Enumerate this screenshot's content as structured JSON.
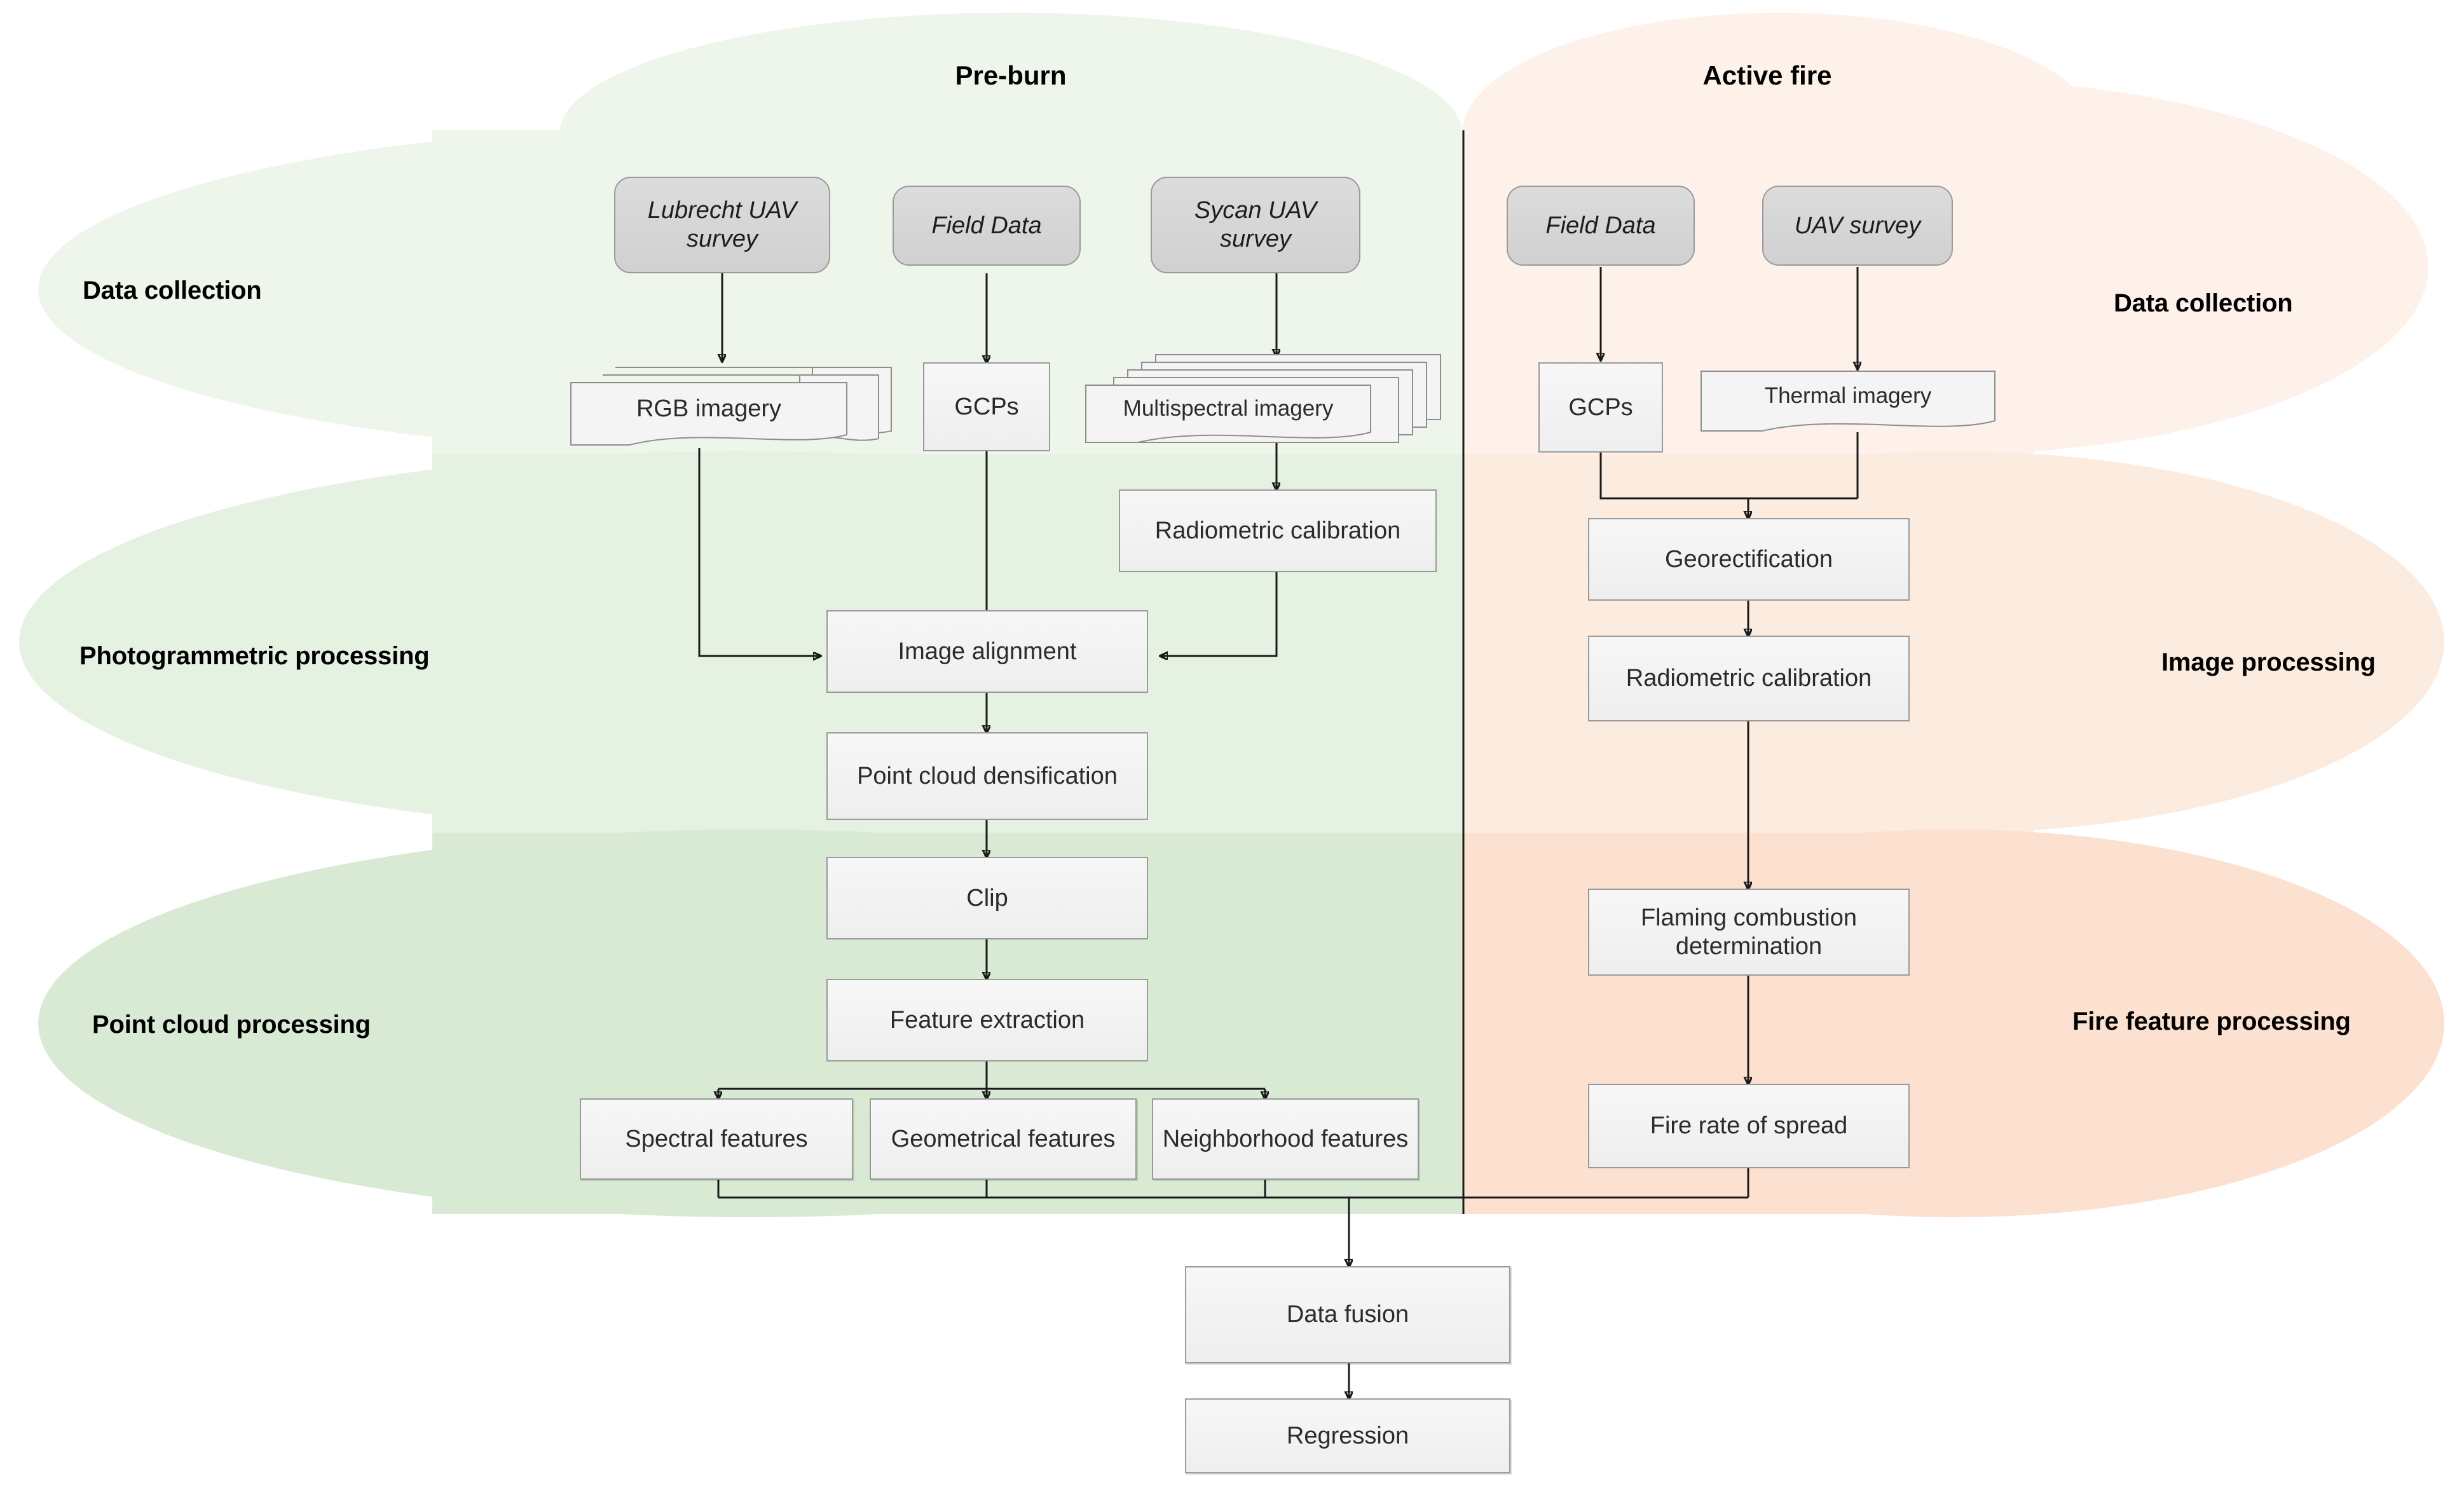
{
  "phases": {
    "left": {
      "title": "Pre-burn"
    },
    "right": {
      "title": "Active fire"
    }
  },
  "lanes": {
    "left": [
      {
        "label": "Data collection"
      },
      {
        "label": "Photogrammetric processing"
      },
      {
        "label": "Point cloud processing"
      }
    ],
    "right": [
      {
        "label": "Data collection"
      },
      {
        "label": "Image processing"
      },
      {
        "label": "Fire feature processing"
      }
    ]
  },
  "nodes": {
    "lubrecht_uav_survey": "Lubrecht UAV survey",
    "field_data_left": "Field Data",
    "sycan_uav_survey": "Sycan UAV survey",
    "field_data_right": "Field Data",
    "uav_survey_right": "UAV survey",
    "rgb_imagery": "RGB imagery",
    "gcps_left": "GCPs",
    "multispectral_imagery": "Multispectral imagery",
    "gcps_right": "GCPs",
    "thermal_imagery": "Thermal imagery",
    "radiometric_calibration_left": "Radiometric calibration",
    "image_alignment": "Image alignment",
    "point_cloud_densification": "Point cloud densification",
    "clip": "Clip",
    "feature_extraction": "Feature extraction",
    "spectral_features": "Spectral features",
    "geometrical_features": "Geometrical features",
    "neighborhood_features": "Neighborhood features",
    "georectification": "Georectification",
    "radiometric_calibration_right": "Radiometric calibration",
    "flaming_combustion_determination": "Flaming combustion determination",
    "fire_rate_of_spread": "Fire rate of spread",
    "data_fusion": "Data fusion",
    "regression": "Regression"
  },
  "colors": {
    "green_light": "#eef6ec",
    "green_mid": "#e5f1e1",
    "green_dark": "#d8ead4",
    "orange_light": "#fdf1ea",
    "orange_mid": "#fcebdf",
    "orange_dark": "#fce0d0",
    "node_fill": "#f2f2f2",
    "node_border": "#9a9a9a",
    "rounded_fill": "#d4d4d4",
    "line": "#1a1a1a"
  }
}
